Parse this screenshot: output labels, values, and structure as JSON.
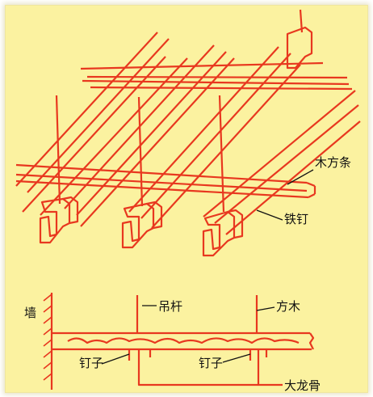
{
  "labels": {
    "wood_strip": "木方条",
    "iron_nail": "铁钉",
    "wall": "墙",
    "hanger_rod": "吊杆",
    "square_timber": "方木",
    "nail_left": "钉子",
    "nail_right": "钉子",
    "main_joist": "大龙骨"
  },
  "colors": {
    "line": "#e8381f",
    "background": "#fbf2a0",
    "text": "#111111"
  }
}
